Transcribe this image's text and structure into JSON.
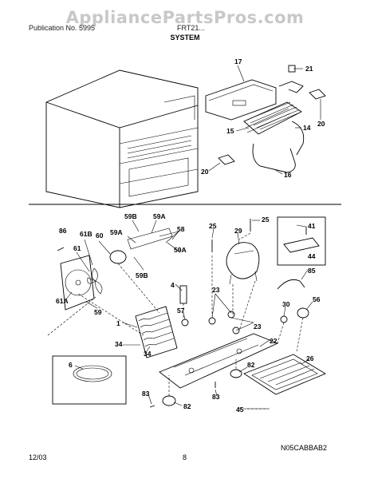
{
  "watermark": "AppliancePartsPros.com",
  "header": {
    "publication": "Publication No. 5995",
    "model": "FRT21..."
  },
  "section_title": "SYSTEM",
  "footer": {
    "date": "12/03",
    "page": "8"
  },
  "diagram_code": "N05CABBAB2",
  "callouts": {
    "c17": "17",
    "c21": "21",
    "c20a": "20",
    "c15": "15",
    "c14": "14",
    "c20b": "20",
    "c16": "16",
    "c59B_a": "59B",
    "c59A_a": "59A",
    "c58": "58",
    "c59A_b": "59A",
    "c59A_c": "59A",
    "c59B_b": "59B",
    "c86": "86",
    "c61B": "61B",
    "c60": "60",
    "c61": "61",
    "c61A": "61A",
    "c59": "59",
    "c25a": "25",
    "c25b": "25",
    "c29": "29",
    "c41": "41",
    "c44": "44",
    "c4": "4",
    "c85": "85",
    "c23a": "23",
    "c23b": "23",
    "c30": "30",
    "c56": "56",
    "c57": "57",
    "c1": "1",
    "c34a": "34",
    "c34b": "34",
    "c22": "22",
    "c26": "26",
    "c6": "6",
    "c82a": "82",
    "c83a": "83",
    "c82b": "82",
    "c83b": "83",
    "c45": "45"
  }
}
